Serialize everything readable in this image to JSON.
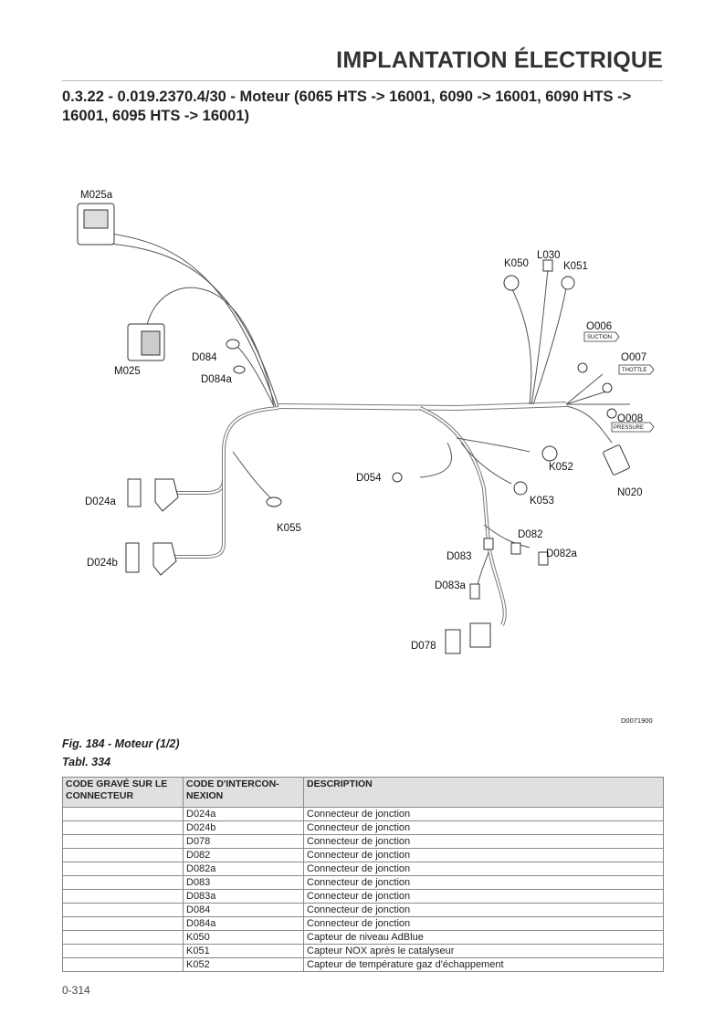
{
  "header": {
    "title": "IMPLANTATION ÉLECTRIQUE"
  },
  "section": {
    "title": "0.3.22 - 0.019.2370.4/30 - Moteur (6065 HTS -> 16001, 6090 -> 16001, 6090 HTS -> 16001, 6095 HTS -> 16001)"
  },
  "diagram": {
    "labels": {
      "m025a": "M025a",
      "m025": "M025",
      "d084": "D084",
      "d084a": "D084a",
      "k050": "K050",
      "l030": "L030",
      "k051": "K051",
      "o006": "O006",
      "o007": "O007",
      "o008": "O008",
      "suction": "SUCTION",
      "throttle": "THOTTLE",
      "pressure": "PRESSURE",
      "d054": "D054",
      "k052": "K052",
      "k053": "K053",
      "n020": "N020",
      "d024a": "D024a",
      "d024b": "D024b",
      "k055": "K055",
      "d082": "D082",
      "d082a": "D082a",
      "d083": "D083",
      "d083a": "D083a",
      "d078": "D078"
    },
    "ref_code": "D0071900"
  },
  "figure": {
    "caption": "Fig. 184 - Moteur (1/2)"
  },
  "table": {
    "caption": "Tabl. 334",
    "headers": [
      "CODE GRAVÉ SUR LE CONNECTEUR",
      "CODE D'INTERCON-NEXION",
      "DESCRIPTION"
    ],
    "rows": [
      [
        "",
        "D024a",
        "Connecteur de jonction"
      ],
      [
        "",
        "D024b",
        "Connecteur de jonction"
      ],
      [
        "",
        "D078",
        "Connecteur de jonction"
      ],
      [
        "",
        "D082",
        "Connecteur de jonction"
      ],
      [
        "",
        "D082a",
        "Connecteur de jonction"
      ],
      [
        "",
        "D083",
        "Connecteur de jonction"
      ],
      [
        "",
        "D083a",
        "Connecteur de jonction"
      ],
      [
        "",
        "D084",
        "Connecteur de jonction"
      ],
      [
        "",
        "D084a",
        "Connecteur de jonction"
      ],
      [
        "",
        "K050",
        "Capteur de niveau AdBlue"
      ],
      [
        "",
        "K051",
        "Capteur NOX après le catalyseur"
      ],
      [
        "",
        "K052",
        "Capteur de température gaz d'échappement"
      ]
    ]
  },
  "page": {
    "number": "0-314"
  }
}
